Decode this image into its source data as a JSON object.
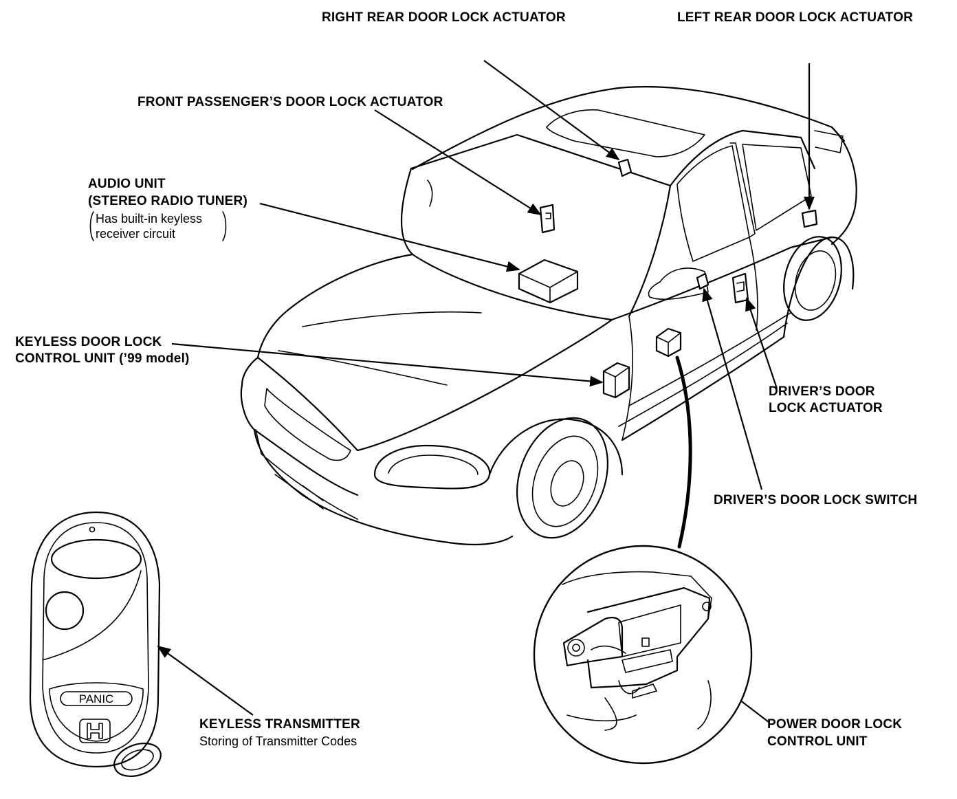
{
  "labels": {
    "right_rear_actuator": "RIGHT REAR DOOR LOCK ACTUATOR",
    "left_rear_actuator": "LEFT REAR DOOR LOCK ACTUATOR",
    "front_passenger_actuator": "FRONT PASSENGER’S DOOR LOCK ACTUATOR",
    "audio_unit_line1": "AUDIO UNIT",
    "audio_unit_line2": "(STEREO RADIO TUNER)",
    "audio_unit_note1": "Has built-in keyless",
    "audio_unit_note2": "receiver circuit",
    "keyless_control_line1": "KEYLESS DOOR LOCK",
    "keyless_control_line2": "CONTROL UNIT (’99 model)",
    "drivers_actuator_line1": "DRIVER’S DOOR",
    "drivers_actuator_line2": "LOCK ACTUATOR",
    "drivers_switch": "DRIVER’S DOOR LOCK SWITCH",
    "power_control_line1": "POWER DOOR LOCK",
    "power_control_line2": "CONTROL UNIT",
    "transmitter_line1": "KEYLESS TRANSMITTER",
    "transmitter_line2": "Storing of Transmitter Codes"
  },
  "transmitter": {
    "panic_button": "PANIC",
    "logo": "H"
  },
  "colors": {
    "line": "#000000",
    "background": "#ffffff"
  }
}
